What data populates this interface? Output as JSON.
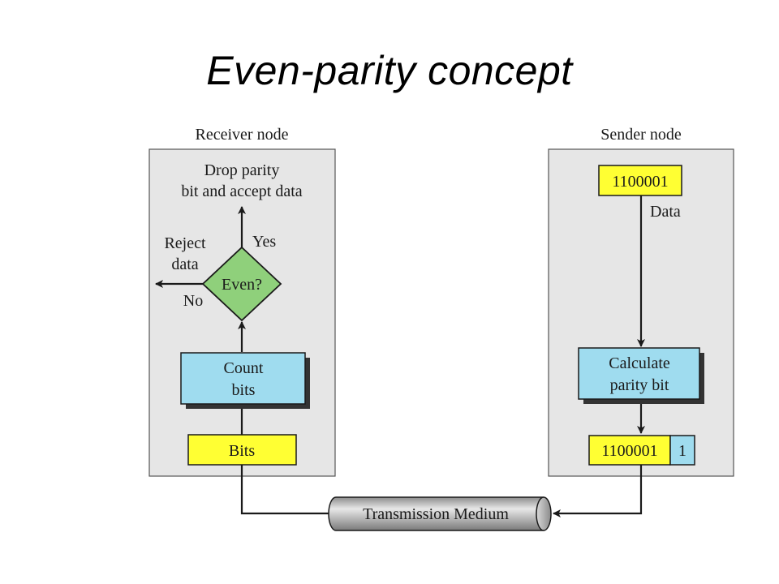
{
  "slide": {
    "title": "Even-parity concept"
  },
  "diagram": {
    "receiver": {
      "heading": "Receiver node",
      "drop_line1": "Drop parity",
      "drop_line2": "bit and accept data",
      "decision": "Even?",
      "yes_label": "Yes",
      "no_label": "No",
      "reject_line1": "Reject",
      "reject_line2": "data",
      "count_line1": "Count",
      "count_line2": "bits",
      "bits_label": "Bits"
    },
    "sender": {
      "heading": "Sender node",
      "data_value": "1100001",
      "data_label": "Data",
      "calc_line1": "Calculate",
      "calc_line2": "parity bit",
      "frame_data": "1100001",
      "frame_parity": "1"
    },
    "medium": {
      "label": "Transmission Medium"
    },
    "colors": {
      "panel": "#e6e6e6",
      "process_box": "#9fdcef",
      "data_box": "#ffff33",
      "decision": "#8fd07b",
      "medium": "#b3b3b3"
    }
  }
}
